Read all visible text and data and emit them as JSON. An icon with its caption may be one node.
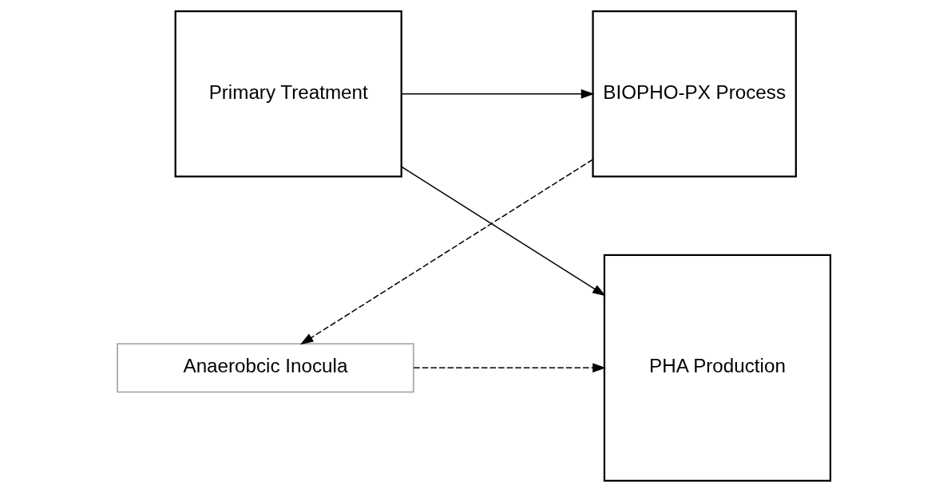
{
  "diagram": {
    "nodes": [
      {
        "text": [
          "Primary Treatment"
        ]
      },
      {
        "text": [
          "BIOPHO-PX Process"
        ]
      },
      {
        "text": [
          "PHA Production"
        ]
      },
      {
        "text": [
          "Anaerobcic Inocula"
        ]
      }
    ],
    "edges": [
      {
        "from": 0,
        "to": 1,
        "arrow": "to"
      },
      {
        "from": 0,
        "to": 2,
        "arrow": "to"
      },
      {
        "from": 1,
        "to": 3,
        "arrow": "to",
        "style": "dashed"
      },
      {
        "from": 3,
        "to": 2,
        "arrow": "to",
        "style": "dashed"
      }
    ]
  }
}
